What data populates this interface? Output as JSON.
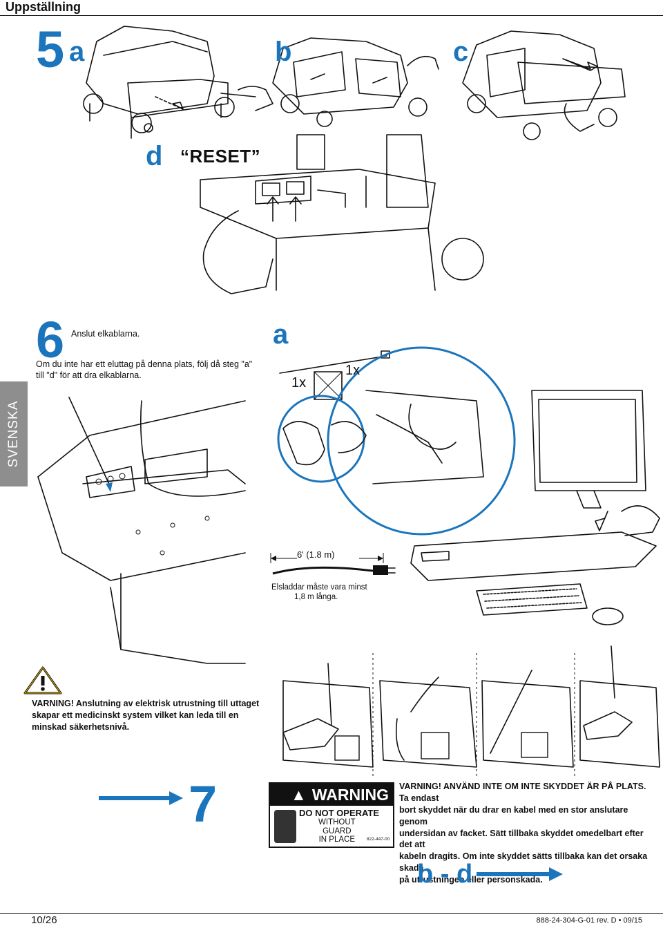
{
  "header": {
    "title": "Uppställning"
  },
  "step5": {
    "number": "5",
    "labels": {
      "a": "a",
      "b": "b",
      "c": "c",
      "d": "d"
    },
    "reset_label": "“RESET”"
  },
  "language_tab": "SVENSKA",
  "step6": {
    "number": "6",
    "title": "Anslut elkablarna.",
    "note": "Om du inte har ett eluttag på denna plats, följ då steg \"a\" till \"d\" för att dra elkablarna.",
    "sub_label": "a",
    "count_tie": "1x",
    "count_mount": "1x",
    "cable_length": "6' (1.8 m)",
    "cable_note_line1": "Elsladdar måste vara minst",
    "cable_note_line2": "1,8 m långa."
  },
  "warning_electrical": {
    "line1": "VARNING! Anslutning av elektrisk utrustning till uttaget",
    "line2": "skapar ett medicinskt system vilket kan leda till en",
    "line3": "minskad säkerhetsnivå."
  },
  "step7": {
    "number": "7",
    "label_header": "WARNING",
    "label_line1": "DO NOT OPERATE",
    "label_line2": "WITHOUT",
    "label_line3": "GUARD",
    "label_line4": "IN PLACE",
    "label_code": "822-447-00",
    "warning_lines": [
      "VARNING! ANVÄND INTE OM INTE SKYDDET ÄR PÅ PLATS. Ta endast",
      "bort skyddet när du drar en kabel med en stor anslutare genom",
      "undersidan av facket. Sätt tillbaka skyddet omedelbart efter det att",
      "kabeln dragits. Om inte skyddet sätts tillbaka kan det orsaka skada",
      "på utrustningen eller personskada."
    ],
    "next_label": "b - d"
  },
  "footer": {
    "page": "10/26",
    "doc_number": "888-24-304-G-01 rev. D • 09/15"
  },
  "colors": {
    "accent": "#1b75bc",
    "tab": "#8e8e8e"
  }
}
